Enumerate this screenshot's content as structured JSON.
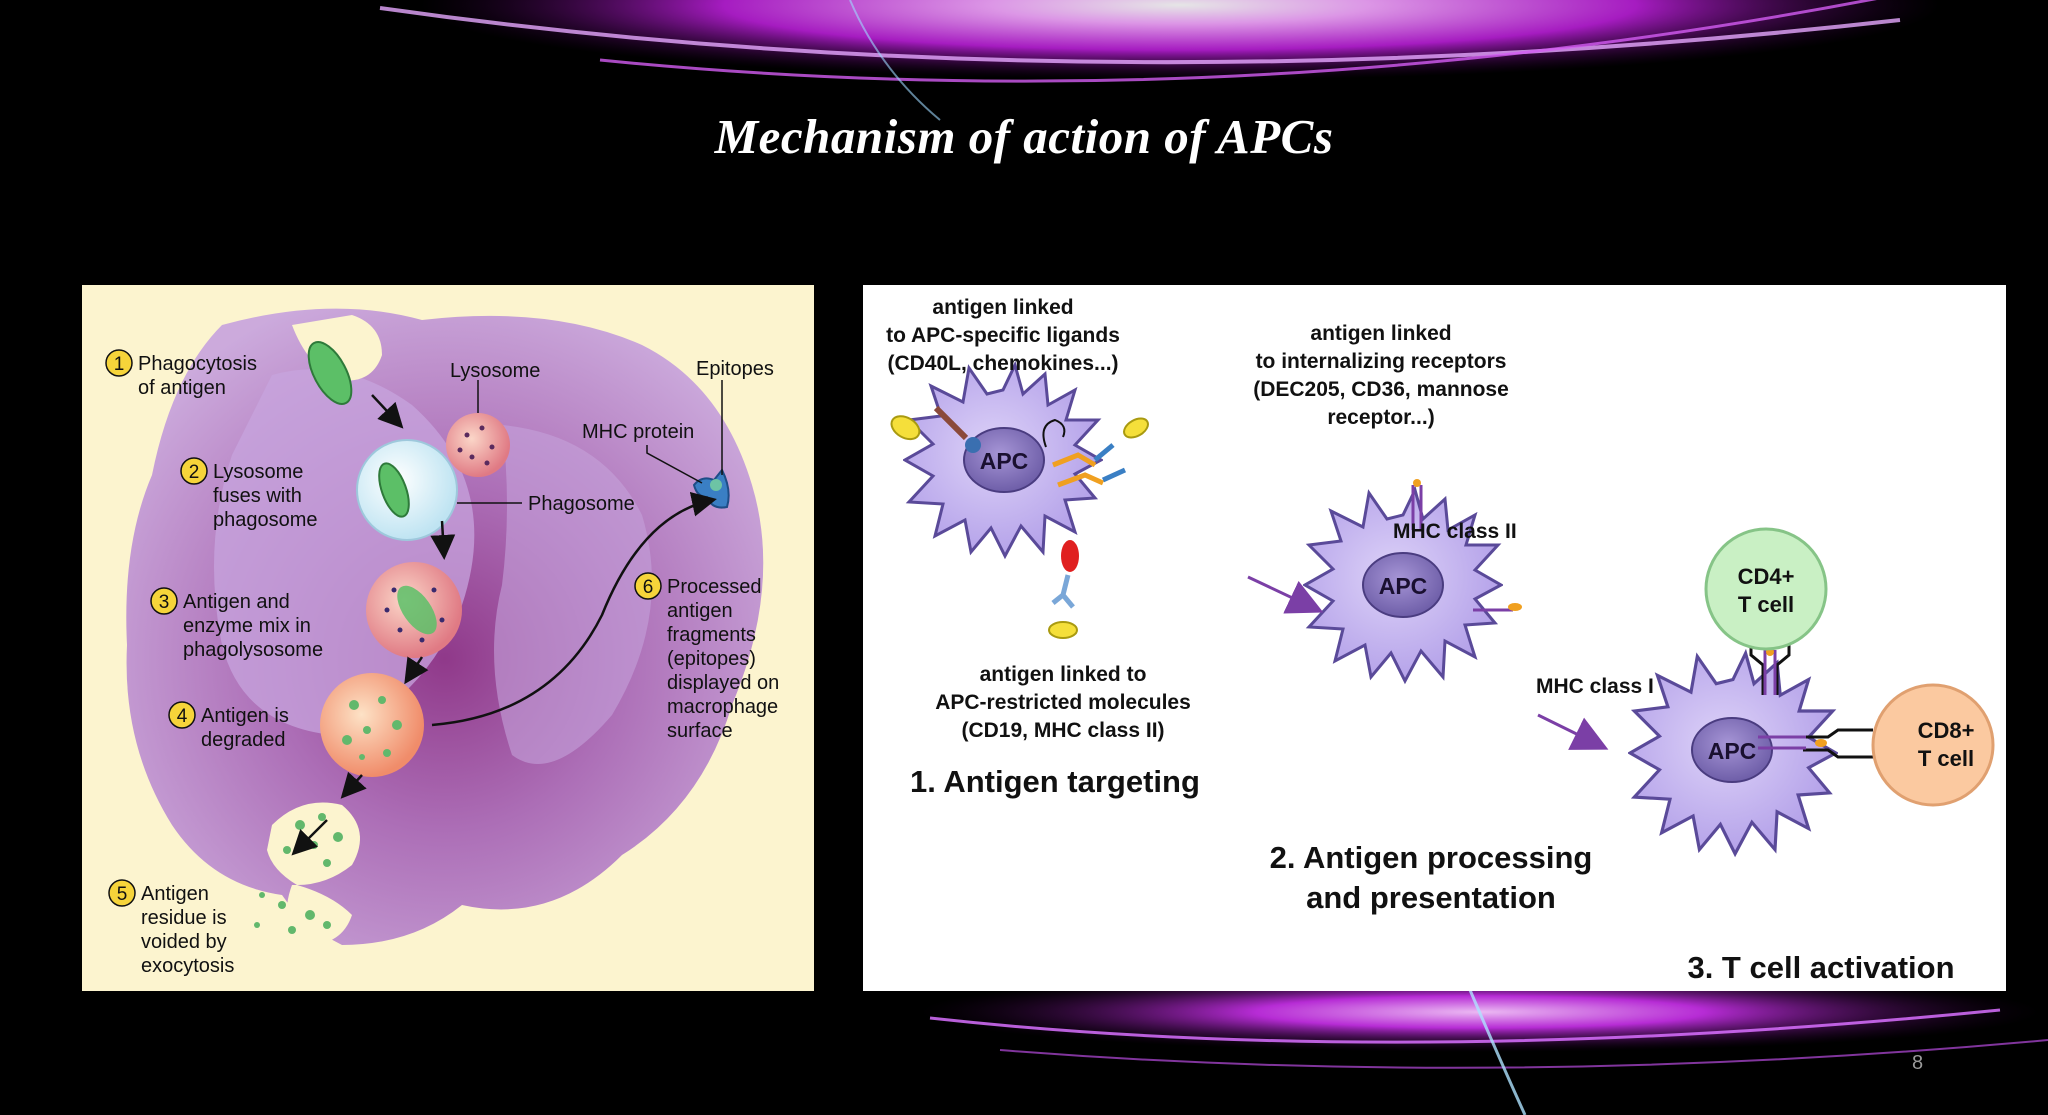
{
  "slide": {
    "title": "Mechanism of action of APCs",
    "page_number": "8"
  },
  "colors": {
    "background": "#000000",
    "accent_glow": "#d23cf0",
    "left_panel_bg": "#fcf4cf",
    "right_panel_bg": "#ffffff",
    "apc_cell": "#c4b3ee",
    "cd4_cell": "#c9f0c4",
    "cd8_cell": "#fbc9a0"
  },
  "phagocytosis_diagram": {
    "steps": [
      {
        "num": "1",
        "lines": [
          "Phagocytosis",
          "of antigen"
        ]
      },
      {
        "num": "2",
        "lines": [
          "Lysosome",
          "fuses with",
          "phagosome"
        ]
      },
      {
        "num": "3",
        "lines": [
          "Antigen and",
          "enzyme mix in",
          "phagolysosome"
        ]
      },
      {
        "num": "4",
        "lines": [
          "Antigen is",
          "degraded"
        ]
      },
      {
        "num": "5",
        "lines": [
          "Antigen",
          "residue is",
          "voided by",
          "exocytosis"
        ]
      },
      {
        "num": "6",
        "lines": [
          "Processed",
          "antigen",
          "fragments",
          "(epitopes)",
          "displayed on",
          "macrophage",
          "surface"
        ]
      }
    ],
    "labels": {
      "lysosome": "Lysosome",
      "epitopes": "Epitopes",
      "mhc_protein": "MHC protein",
      "phagosome": "Phagosome"
    }
  },
  "apc_diagram": {
    "targeting_labels": {
      "apc_specific": [
        "antigen linked",
        "to APC-specific  ligands",
        "(CD40L,  chemokines...)"
      ],
      "internalizing": [
        "antigen linked",
        "to internalizing receptors",
        "(DEC205,  CD36,  mannose",
        "receptor...)"
      ],
      "restricted": [
        "antigen linked to",
        "APC-restricted  molecules",
        "(CD19,  MHC class  II)"
      ]
    },
    "mhc_labels": {
      "class_ii": "MHC class  II",
      "class_i": "MHC class  I"
    },
    "cells": {
      "apc": "APC",
      "cd4": [
        "CD4+",
        "T cell"
      ],
      "cd8": [
        "CD8+",
        "T cell"
      ]
    },
    "stages": {
      "targeting": "1. Antigen targeting",
      "processing": [
        "2. Antigen processing",
        "and presentation"
      ],
      "activation": "3. T cell activation"
    }
  }
}
